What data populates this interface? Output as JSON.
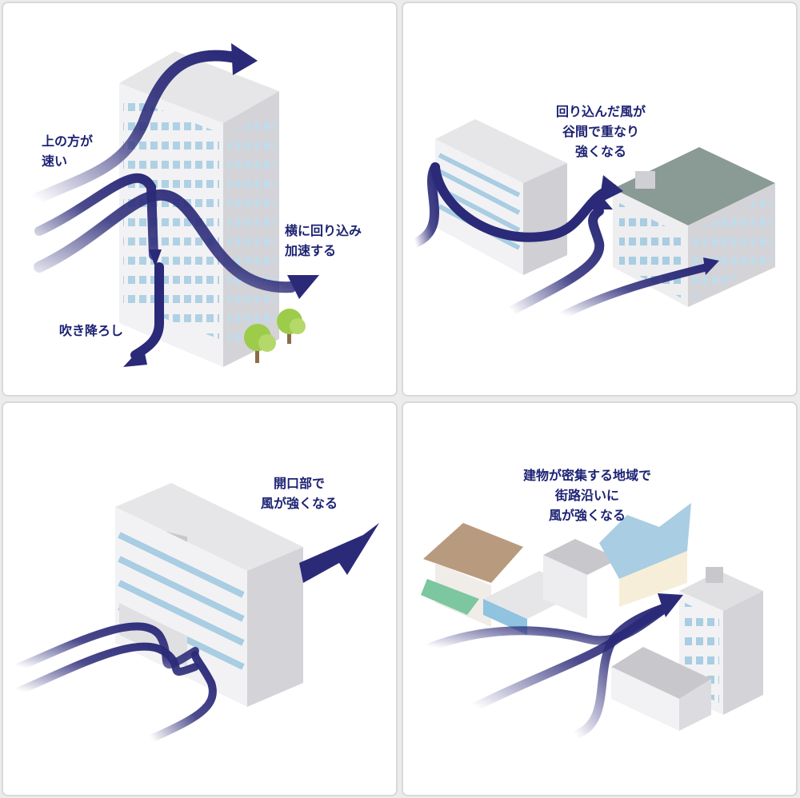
{
  "colors": {
    "arrow": "#2b2a78",
    "arrow_fade": "#c9c7e6",
    "label": "#1c2272",
    "wall_light": "#f0f0f2",
    "wall_shade": "#d4d4d8",
    "roof": "#e4e4e6",
    "window": "#a9cde2",
    "tree": "#9ccc4a"
  },
  "panels": [
    {
      "labels": [
        [
          "上の方が",
          "速い"
        ],
        [
          "横に回り込み",
          "加速する"
        ],
        [
          "吹き降ろし"
        ]
      ]
    },
    {
      "labels": [
        [
          "回り込んだ風が",
          "谷間で重なり",
          "強くなる"
        ]
      ]
    },
    {
      "labels": [
        [
          "開口部で",
          "風が強くなる"
        ]
      ]
    },
    {
      "labels": [
        [
          "建物が密集する地域で",
          "街路沿いに",
          "風が強くなる"
        ]
      ]
    }
  ]
}
